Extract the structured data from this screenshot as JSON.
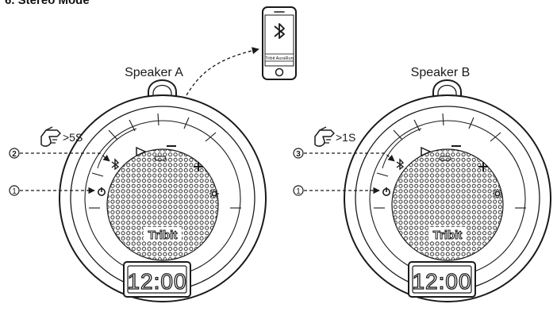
{
  "heading": "6. Stereo Mode",
  "phone": {
    "app_name": "Tribit AuraRun",
    "icon": "bluetooth-icon"
  },
  "speakers": [
    {
      "label": "Speaker A",
      "press_duration": ">5S",
      "callout_top": "2",
      "callout_bottom": "1",
      "brand": "Tribit",
      "clock": "12:00"
    },
    {
      "label": "Speaker B",
      "press_duration": ">1S",
      "callout_top": "3",
      "callout_bottom": "1",
      "brand": "Tribit",
      "clock": "12:00"
    }
  ],
  "button_icons": [
    "power-icon",
    "bluetooth-icon",
    "play-pause-icon",
    "minus-icon",
    "plus-icon",
    "light-icon"
  ],
  "colors": {
    "line": "#1a1a1a",
    "background": "#ffffff",
    "display": "#2a2a2a"
  }
}
